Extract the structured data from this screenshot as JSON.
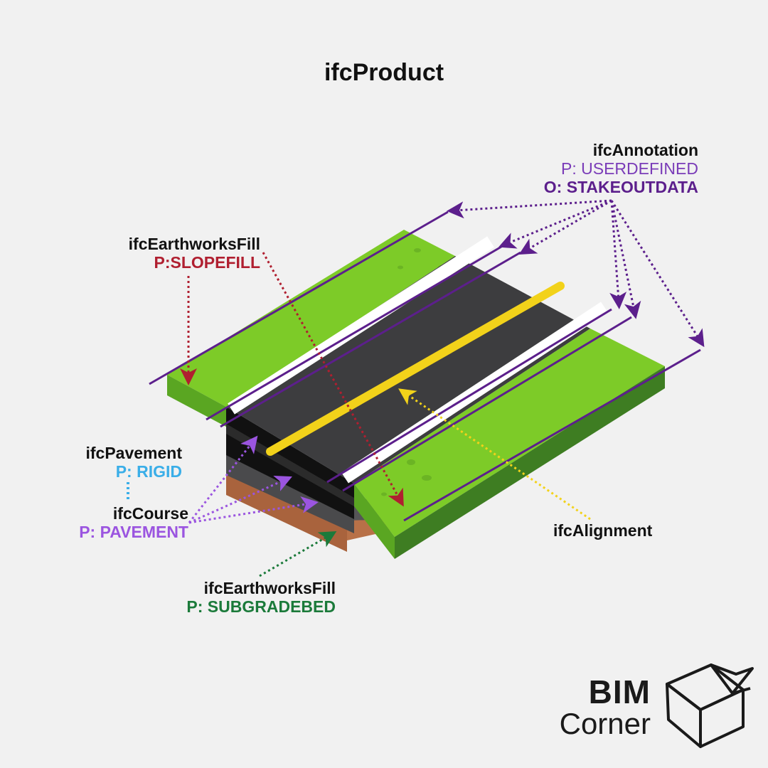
{
  "title": "ifcProduct",
  "labels": {
    "annotation": {
      "name": "ifcAnnotation",
      "predefined": "P: USERDEFINED",
      "object": "O: STAKEOUTDATA"
    },
    "earthworks_slope": {
      "name": "ifcEarthworksFill",
      "predefined": "P:SLOPEFILL"
    },
    "pavement": {
      "name": "ifcPavement",
      "predefined": "P: RIGID"
    },
    "course": {
      "name": "ifcCourse",
      "predefined": "P: PAVEMENT"
    },
    "earthworks_subgrade": {
      "name": "ifcEarthworksFill",
      "predefined": "P: SUBGRADEBED"
    },
    "alignment": {
      "name": "ifcAlignment"
    }
  },
  "logo": {
    "line1": "BIM",
    "line2": "Corner"
  },
  "colors": {
    "background": "#f1f1f1",
    "black_text": "#111111",
    "annotation_purple": "#5c1f8c",
    "slopefill_red": "#b01f30",
    "rigid_blue": "#3aaee8",
    "course_violet": "#9b55e0",
    "subgrade_green": "#1b7a3a",
    "alignment_yellow": "#f2d21a",
    "grass": "#7dcb28",
    "asphalt": "#3d3d3f",
    "soil": "#b87148"
  },
  "icons": [
    "box-logo-icon"
  ]
}
